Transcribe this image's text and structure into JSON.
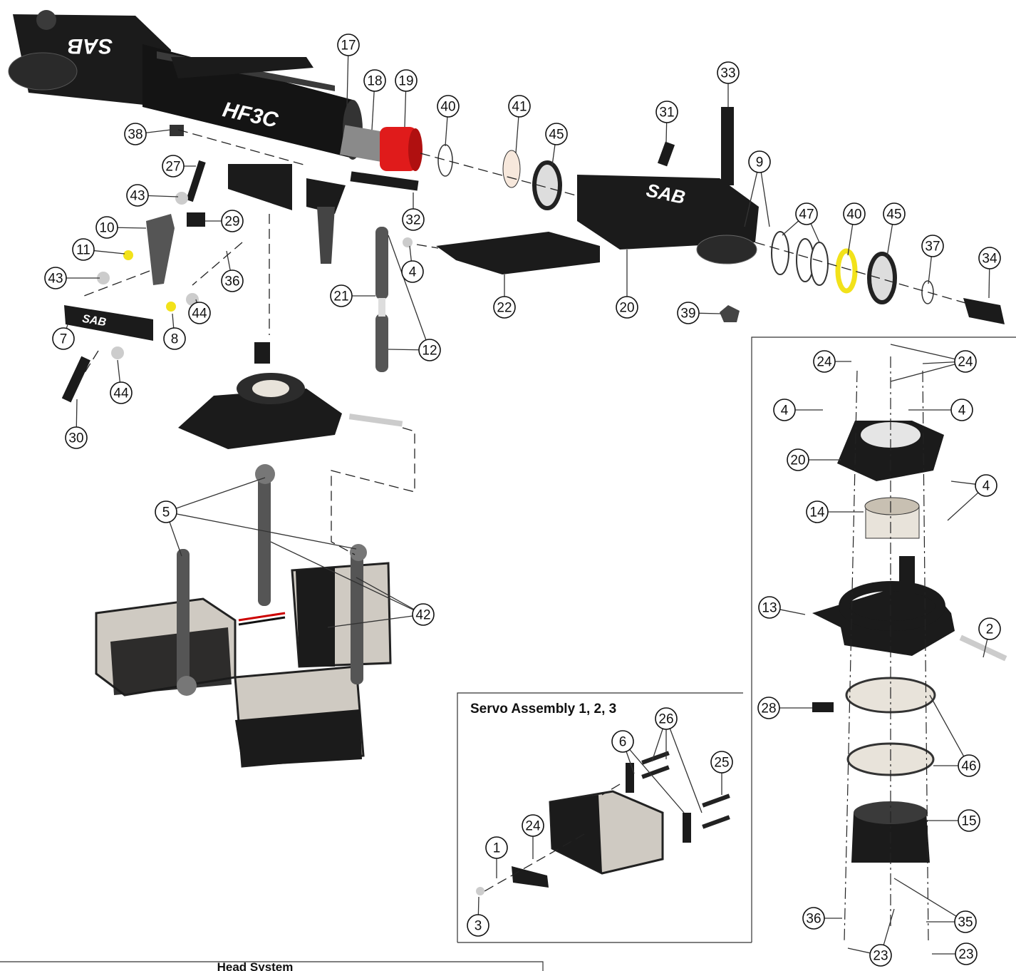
{
  "diagram": {
    "inset_servo_title": "Servo Assembly 1, 2, 3",
    "footer_title": "Head System",
    "brand_text": {
      "hf3c": "HF3C",
      "sab_grip": "SAB",
      "sab_arm": "SAB",
      "sab_upper": "SAB"
    },
    "colors": {
      "metal_dark": "#1b1b1b",
      "accent_red": "#e01b1b",
      "accent_yellow": "#f2e21a",
      "servo_body": "#cfcac2"
    },
    "callouts": [
      "1",
      "2",
      "3",
      "4",
      "5",
      "6",
      "7",
      "8",
      "9",
      "10",
      "11",
      "12",
      "13",
      "14",
      "15",
      "17",
      "18",
      "19",
      "20",
      "21",
      "22",
      "23",
      "24",
      "25",
      "26",
      "27",
      "28",
      "29",
      "30",
      "31",
      "32",
      "33",
      "34",
      "35",
      "36",
      "37",
      "38",
      "39",
      "40",
      "41",
      "42",
      "43",
      "44",
      "45",
      "46",
      "47"
    ]
  }
}
